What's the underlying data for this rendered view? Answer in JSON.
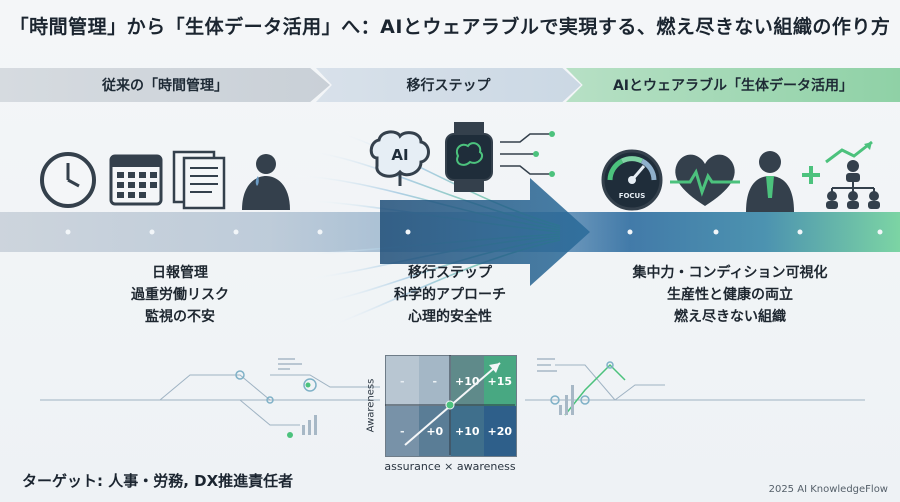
{
  "title": "「時間管理」から「生体データ活用」へ：AIとウェアラブルで実現する、燃え尽きない組織の作り方",
  "banner": {
    "left": "従来の「時間管理」",
    "middle": "移行ステップ",
    "right": "AIとウェアラブル「生体データ活用」"
  },
  "icons": {
    "ai_label": "AI",
    "gauge_label": "FOCUS"
  },
  "left_points": [
    "日報管理",
    "過重労働リスク",
    "監視の不安"
  ],
  "middle_points": [
    "移行ステップ",
    "科学的アプローチ",
    "心理的安全性"
  ],
  "right_points": [
    "集中力・コンディション可視化",
    "生産性と健康の両立",
    "燃え尽きない組織"
  ],
  "matrix": {
    "y_label": "Awareness",
    "x_label": "assurance × awareness",
    "top_row": [
      "-",
      "-",
      "+10",
      "+15"
    ],
    "bottom_row": [
      "-",
      "+0",
      "+10",
      "+20"
    ]
  },
  "footer": {
    "target": "ターゲット: 人事・労務, DX推進責任者",
    "credit": "2025 AI KnowledgeFlow"
  },
  "colors": {
    "accent_green": "#4cc27d",
    "accent_blue": "#2f6da0",
    "dark_icon": "#34404c"
  }
}
